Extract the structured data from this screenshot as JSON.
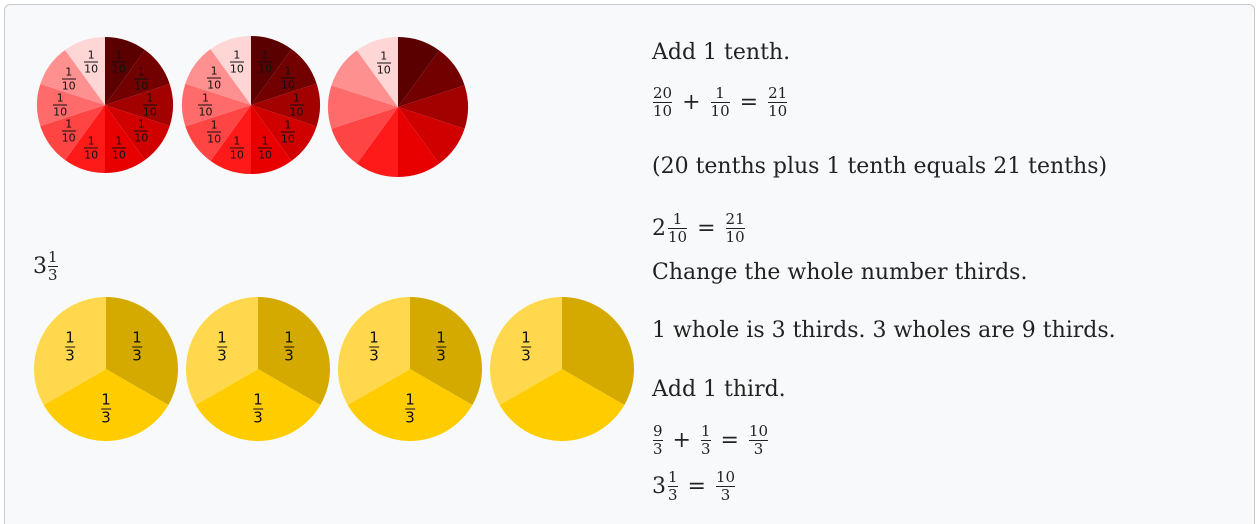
{
  "tenths_section": {
    "pie_label_numerator": "1",
    "pie_label_denominator": "10",
    "pie_colors": [
      "#5a0000",
      "#730000",
      "#8b0000",
      "#a30000",
      "#bb0000",
      "#d10000",
      "#e80000",
      "#ff1a1a",
      "#ff4444",
      "#ff6b6b",
      "#ff9090",
      "#ffbaba",
      "#ffd6d6"
    ]
  },
  "thirds_section": {
    "mixed_number": {
      "whole": "3",
      "numerator": "1",
      "denominator": "3"
    },
    "pie_label_numerator": "1",
    "pie_label_denominator": "3",
    "pie_colors": {
      "top_left": "#ffd84d",
      "top_right": "#d4a900",
      "bottom": "#ffcc00"
    }
  },
  "right_text": {
    "add_tenth": "Add 1 tenth.",
    "eq1": {
      "a_n": "20",
      "a_d": "10",
      "b_n": "1",
      "b_d": "10",
      "c_n": "21",
      "c_d": "10"
    },
    "tenths_sentence": "(20 tenths plus 1 tenth equals 21 tenths)",
    "eq2": {
      "whole": "2",
      "n": "1",
      "d": "10",
      "c_n": "21",
      "c_d": "10"
    },
    "change_thirds": "Change the whole number thirds.",
    "wholes_sentence": "1 whole is 3 thirds. 3 wholes are 9 thirds.",
    "add_third": "Add 1 third.",
    "eq3": {
      "a_n": "9",
      "a_d": "3",
      "b_n": "1",
      "b_d": "3",
      "c_n": "10",
      "c_d": "3"
    },
    "eq4": {
      "whole": "3",
      "n": "1",
      "d": "3",
      "c_n": "10",
      "c_d": "3"
    },
    "plus": "+",
    "equals": "="
  }
}
